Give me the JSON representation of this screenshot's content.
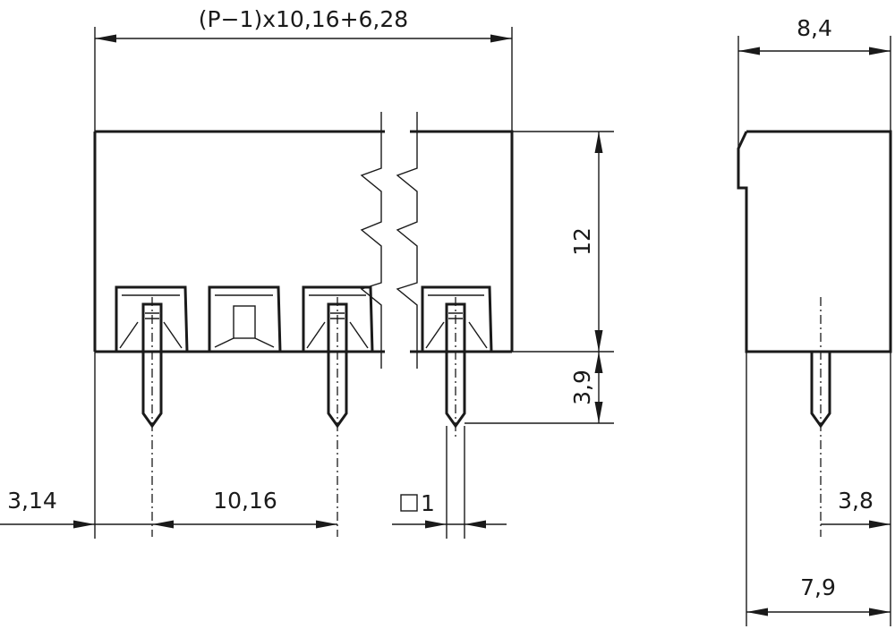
{
  "dimensions": {
    "overall_width": "(P−1)x10,16+6,28",
    "side_width": "8,4",
    "height": "12",
    "pin_length": "3,9",
    "edge_offset": "3,14",
    "pitch": "10,16",
    "pin_square": "1",
    "side_pin_offset": "3,8",
    "side_depth": "7,9"
  },
  "symbols": {
    "pin_square_symbol": "square-symbol"
  },
  "colors": {
    "line": "#1a1a1a",
    "background": "#ffffff"
  }
}
